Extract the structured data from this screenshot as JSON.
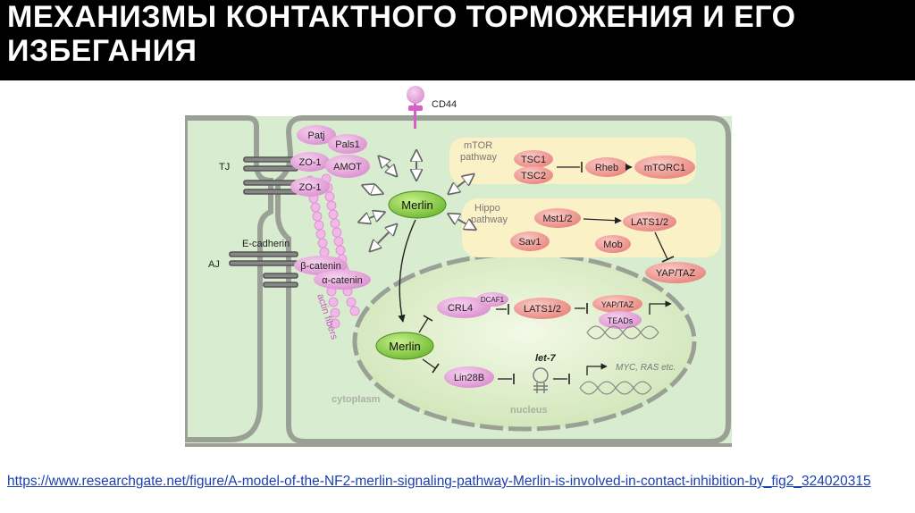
{
  "slide": {
    "title_line1": "МЕХАНИЗМЫ КОНТАКТНОГО ТОРМОЖЕНИЯ И ЕГО",
    "title_line2": "ИЗБЕГАНИЯ",
    "source_url": "https://www.researchgate.net/figure/A-model-of-the-NF2-merlin-signaling-pathway-Merlin-is-involved-in-contact-inhibition-by_fig2_324020315"
  },
  "diagram": {
    "receptor": "CD44",
    "junctions": {
      "tj": "TJ",
      "aj": "AJ",
      "ecadherin": "E-cadherin"
    },
    "junction_proteins": {
      "patj": "Patj",
      "pals1": "Pals1",
      "zo1_top": "ZO-1",
      "zo1_bottom": "ZO-1",
      "amot": "AMOT",
      "beta_catenin": "β-catenin",
      "alpha_catenin": "α-catenin"
    },
    "actin_label": "actin fibers",
    "merlin_cyto": "Merlin",
    "merlin_nuc": "Merlin",
    "mtor": {
      "label_1": "mTOR",
      "label_2": "pathway",
      "tsc1": "TSC1",
      "tsc2": "TSC2",
      "rheb": "Rheb",
      "mtorc1": "mTORC1"
    },
    "hippo": {
      "label_1": "Hippo",
      "label_2": "pathway",
      "mst12": "Mst1/2",
      "sav1": "Sav1",
      "mob": "Mob",
      "lats12": "LATS1/2",
      "yaptaz": "YAP/TAZ"
    },
    "nucleus": {
      "crl4": "CRL4",
      "dcaf1": "DCAF1",
      "lats12": "LATS1/2",
      "yaptaz": "YAP/TAZ",
      "teads": "TEADs",
      "lin28b": "Lin28B",
      "let7": "let-7",
      "myc_ras": "MYC, RAS etc."
    },
    "cytoplasm_label": "cytoplasm",
    "nucleus_label": "nucleus"
  },
  "colors": {
    "title_bg": "#000000",
    "cell_fill": "#d8eccf",
    "cell_stroke": "#9aa096",
    "protein_pink": "#e9a9de",
    "merlin_green": "#8fd24a",
    "pathway_yellow": "#fbf1c6",
    "pathway_protein": "#ef8f8b",
    "link_blue": "#1a3fb0"
  }
}
